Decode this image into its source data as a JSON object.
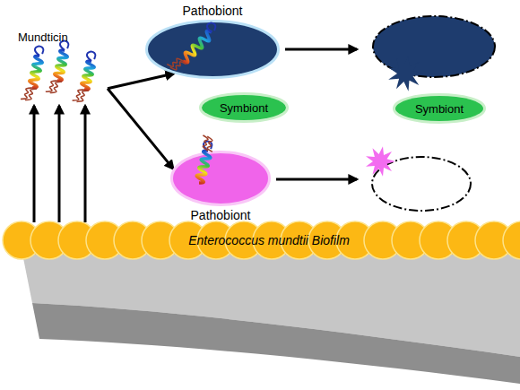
{
  "diagram": {
    "nodes": [
      {
        "text": [
          "Mundticin"
        ]
      },
      {
        "text": [
          "Pathobiont"
        ]
      },
      {
        "text": [
          "Symbiont"
        ]
      },
      {
        "text": [
          "Symbiont"
        ]
      },
      {
        "text": [
          "Pathobiont"
        ]
      },
      {
        "text": [
          "Enterococcus mundtii Biofilm"
        ]
      }
    ],
    "edges": [
      {
        "from": 5,
        "to": 0,
        "arrow": "to"
      },
      {
        "from": 5,
        "to": 0,
        "arrow": "to"
      },
      {
        "from": 5,
        "to": 0,
        "arrow": "to"
      },
      {
        "from": 0,
        "to": 1,
        "arrow": "to"
      },
      {
        "from": 0,
        "to": 4,
        "arrow": "to"
      }
    ]
  }
}
